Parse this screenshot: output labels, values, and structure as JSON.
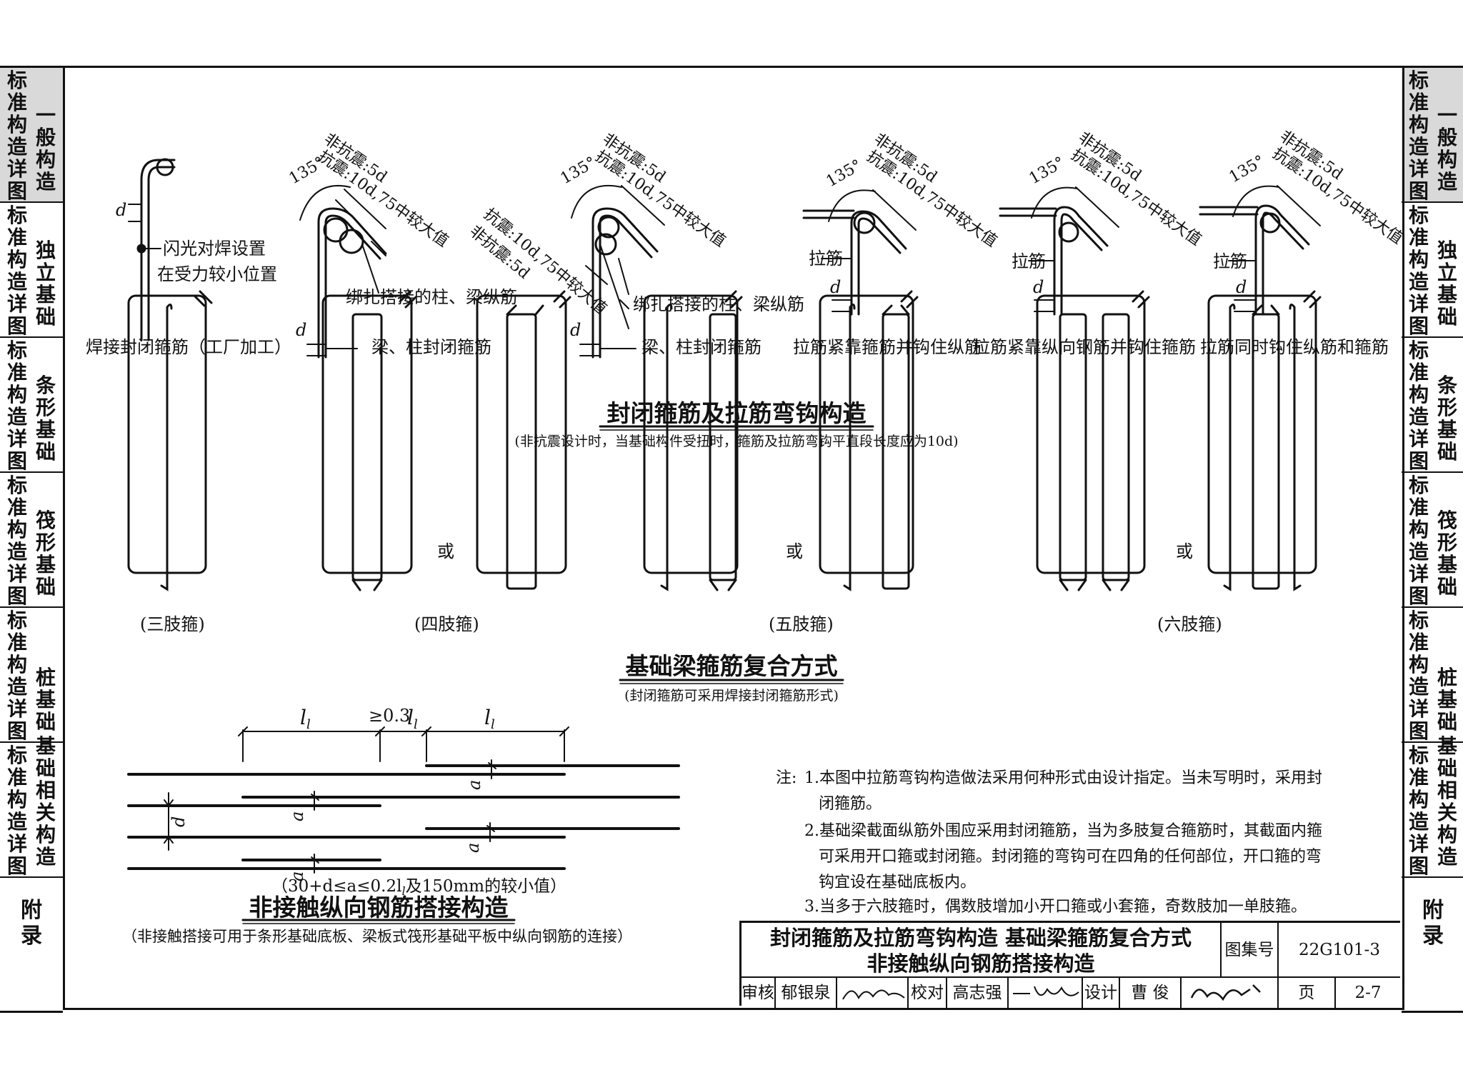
{
  "sidebar": {
    "tabs": [
      {
        "c1": "标准构造详图",
        "c2": "一般构造",
        "active": true
      },
      {
        "c1": "标准构造详图",
        "c2": "独立基础",
        "active": false
      },
      {
        "c1": "标准构造详图",
        "c2": "条形基础",
        "active": false
      },
      {
        "c1": "标准构造详图",
        "c2": "筏形基础",
        "active": false
      },
      {
        "c1": "标准构造详图",
        "c2": "桩基础",
        "active": false
      },
      {
        "c1": "标准构造详图",
        "c2": "基础相关构造",
        "active": false
      },
      {
        "c1": "附录",
        "c2": "",
        "active": false
      }
    ]
  },
  "hooks": {
    "weld_label1": "闪光对焊设置",
    "weld_label2": "在受力较小位置",
    "weld_caption": "焊接封闭箍筋（工厂加工）",
    "angle": "135°",
    "nonseismic": "非抗震:5d",
    "seismic": "抗震:10d,75中较大值",
    "seismic_lower": "抗震:10d,75中较大值",
    "nonseismic_lower": "非抗震:5d",
    "bundled": "绑扎搭接的柱、梁纵筋",
    "closed": "梁、柱封闭箍筋",
    "tie": "拉筋",
    "d": "d",
    "cap3": "拉筋紧靠箍筋并钩住纵筋",
    "cap4": "拉筋紧靠纵向钢筋并钩住箍筋",
    "cap5": "拉筋同时钩住纵筋和箍筋"
  },
  "section1": {
    "title": "封闭箍筋及拉筋弯钩构造",
    "note": "(非抗震设计时，当基础构件受扭时，箍筋及拉筋弯钩平直段长度应为10d)"
  },
  "stirrups": {
    "or": "或",
    "three": "(三肢箍)",
    "four": "(四肢箍)",
    "five": "(五肢箍)",
    "six": "(六肢箍)"
  },
  "section2": {
    "title": "基础梁箍筋复合方式",
    "note": "(封闭箍筋可采用焊接封闭箍筋形式)"
  },
  "lap": {
    "ll": "l",
    "ll_sub": "l",
    "gap": "≥0.3",
    "a": "a",
    "d": "d",
    "rule": "（30+d≤a≤0.2l",
    "rule_sub": "l",
    "rule_tail": "及150mm的较小值）",
    "title": "非接触纵向钢筋搭接构造",
    "note": "（非接触搭接可用于条形基础底板、梁板式筏形基础平板中纵向钢筋的连接）"
  },
  "notes": {
    "prefix": "注:",
    "n1a": "1.本图中拉筋弯钩构造做法采用何种形式由设计指定。当未写明时，采用封",
    "n1b": "闭箍筋。",
    "n2a": "2.基础梁截面纵筋外围应采用封闭箍筋，当为多肢复合箍筋时，其截面内箍",
    "n2b": "可采用开口箍或封闭箍。封闭箍的弯钩可在四角的任何部位，开口箍的弯",
    "n2c": "钩宜设在基础底板内。",
    "n3": "3.当多于六肢箍时，偶数肢增加小开口箍或小套箍，奇数肢加一单肢箍。"
  },
  "titleblock": {
    "title1": "封闭箍筋及拉筋弯钩构造  基础梁箍筋复合方式",
    "title2": "非接触纵向钢筋搭接构造",
    "set_label": "图集号",
    "set_no": "22G101-3",
    "review_label": "审核",
    "reviewer": "郁银泉",
    "check_label": "校对",
    "checker": "高志强",
    "design_label": "设计",
    "designer": "曹 俊",
    "page_label": "页",
    "page_no": "2-7"
  }
}
